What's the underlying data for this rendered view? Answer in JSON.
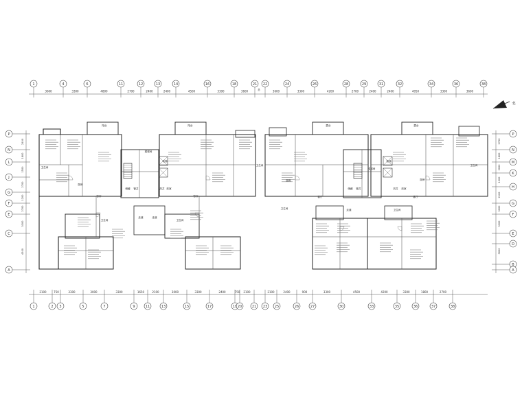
{
  "plan": {
    "top_axes_primary": [
      "1",
      "4",
      "6",
      "11",
      "12",
      "13",
      "14",
      "16",
      "18",
      "21",
      "22",
      "24",
      "26",
      "28",
      "29",
      "31",
      "32",
      "34",
      "36",
      "38"
    ],
    "top_axes_dims": [
      "3600",
      "3300",
      "4800",
      "2700",
      "2400",
      "2400",
      "4500",
      "3300",
      "3600",
      "",
      "3600",
      "3300",
      "4200",
      "2700",
      "2400",
      "2400",
      "4050",
      "3300",
      "3600"
    ],
    "top_total_label": "总",
    "bottom_axes": [
      "1",
      "2",
      "3",
      "5",
      "7",
      "9",
      "11",
      "13",
      "15",
      "17",
      "19",
      "20",
      "21",
      "23",
      "25",
      "26",
      "27",
      "30",
      "33",
      "35",
      "36",
      "37",
      "38"
    ],
    "bottom_dims": [
      "2100",
      "750",
      "3300",
      "3000",
      "3300",
      "1650",
      "2100",
      "3000",
      "3300",
      "2400",
      "750",
      "2100",
      "",
      "2100",
      "2400",
      "900",
      "3300",
      "4500",
      "4200",
      "3300",
      "1800",
      "2700",
      "3000"
    ],
    "left_axes": [
      "P",
      "N",
      "L",
      "J",
      "G",
      "F",
      "E",
      "C",
      "A"
    ],
    "right_axes": [
      "P",
      "N",
      "M",
      "K",
      "H",
      "G",
      "F",
      "E",
      "D",
      "B",
      "A"
    ],
    "left_dims": [
      "2400",
      "1800",
      "1500",
      "2700",
      "1200",
      "2700",
      "3300",
      "4500"
    ],
    "right_dims": [
      "2700",
      "1800",
      "3000",
      "1200",
      "2100",
      "3000",
      "3300",
      "3600"
    ],
    "room_labels": {
      "balcony_1": "阳台",
      "balcony_2": "阳台",
      "balcony_3": "露台",
      "balcony_4": "露台",
      "bath": "卫生间",
      "kitchen": "厨房",
      "elevator": "电梯",
      "stair": "楼梯间",
      "corridor": "走道",
      "storage": "储藏",
      "shaft": "管井",
      "wind": "风井",
      "lobby": "前室",
      "hall": "客厅"
    },
    "compass_label": "北"
  }
}
